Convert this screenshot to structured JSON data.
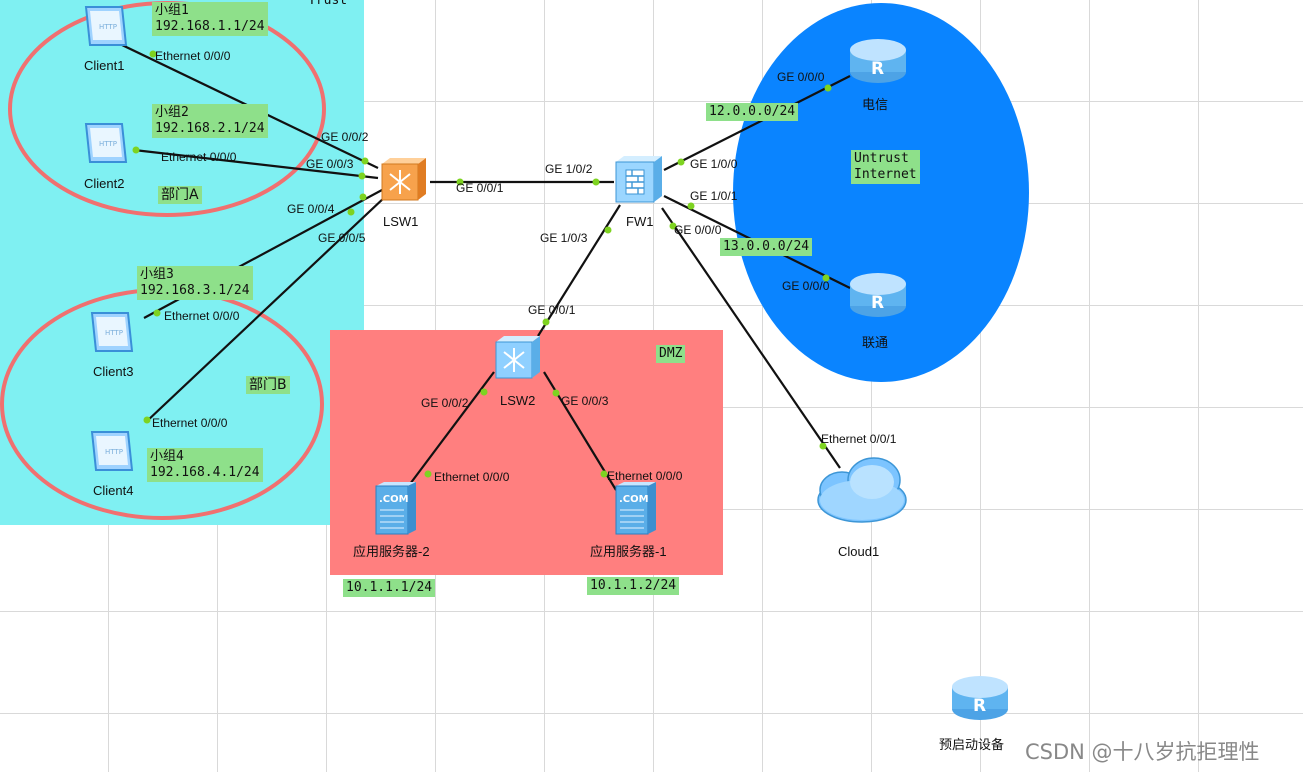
{
  "zones": {
    "trust": {
      "label": "Trust",
      "color": "#7ff0f2"
    },
    "dmz": {
      "label": "DMZ",
      "color": "#ff7f7f"
    },
    "untrust": {
      "label": "Untrust\nInternet",
      "color": "#0a84ff"
    }
  },
  "departments": {
    "a": "部门A",
    "b": "部门B"
  },
  "groups": {
    "g1": {
      "name": "小组1",
      "subnet": "192.168.1.1/24"
    },
    "g2": {
      "name": "小组2",
      "subnet": "192.168.2.1/24"
    },
    "g3": {
      "name": "小组3",
      "subnet": "192.168.3.1/24"
    },
    "g4": {
      "name": "小组4",
      "subnet": "192.168.4.1/24"
    }
  },
  "devices": {
    "client1": "Client1",
    "client2": "Client2",
    "client3": "Client3",
    "client4": "Client4",
    "lsw1": "LSW1",
    "lsw2": "LSW2",
    "fw1": "FW1",
    "telecom": "电信",
    "unicom": "联通",
    "cloud1": "Cloud1",
    "server2": "应用服务器-2",
    "server1": "应用服务器-1",
    "standby": "预启动设备"
  },
  "subnets": {
    "telecom": "12.0.0.0/24",
    "unicom": "13.0.0.0/24",
    "server2": "10.1.1.1/24",
    "server1": "10.1.1.2/24"
  },
  "ports": {
    "c1_eth": "Ethernet 0/0/0",
    "c2_eth": "Ethernet 0/0/0",
    "c3_eth": "Ethernet 0/0/0",
    "c4_eth": "Ethernet 0/0/0",
    "lsw1_g2": "GE 0/0/2",
    "lsw1_g3": "GE 0/0/3",
    "lsw1_g4": "GE 0/0/4",
    "lsw1_g5": "GE 0/0/5",
    "lsw1_g1": "GE 0/0/1",
    "fw_g12": "GE 1/0/2",
    "fw_g13": "GE 1/0/3",
    "fw_g10": "GE 1/0/0",
    "fw_g11": "GE 1/0/1",
    "fw_g00": "GE 0/0/0",
    "tel_g00": "GE 0/0/0",
    "uni_g00": "GE 0/0/0",
    "lsw2_g1": "GE 0/0/1",
    "lsw2_g2": "GE 0/0/2",
    "lsw2_g3": "GE 0/0/3",
    "s2_eth": "Ethernet 0/0/0",
    "s1_eth": "Ethernet 0/0/0",
    "cloud_eth": "Ethernet 0/0/1"
  },
  "watermark": "CSDN @十八岁抗拒理性"
}
